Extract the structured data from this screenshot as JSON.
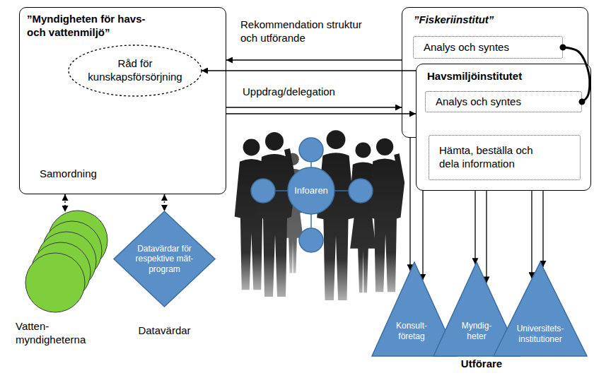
{
  "diagram": {
    "nodes": [
      {
        "text": [
          "”Myndigheten för havs- och vattenmiljö”",
          "Samordning"
        ]
      },
      {
        "text": [
          "Råd för kunskapsförsörjning"
        ],
        "in": 0
      },
      {
        "text": [
          "”Fiskeriinstitut”"
        ]
      },
      {
        "text": [
          "Analys och syntes"
        ],
        "in": 2
      },
      {
        "text": [
          "Havsmiljöinstitutet"
        ]
      },
      {
        "text": [
          "Analys och syntes"
        ],
        "in": 4
      },
      {
        "text": [
          "Hämta, beställa och dela information"
        ],
        "in": 4
      },
      {
        "text": [
          "Infoaren"
        ]
      },
      {
        "text": [
          "Vatten- myndigheterna"
        ]
      },
      {
        "text": [
          "Datavärdar för respektive mät- program",
          "Datavärdar"
        ]
      },
      {
        "text": [
          "Konsult- företag"
        ]
      },
      {
        "text": [
          "Myndig- heter"
        ]
      },
      {
        "text": [
          "Universitets- institutioner"
        ]
      }
    ],
    "edges": [
      {
        "from": 2,
        "to": 0,
        "arrow": "to",
        "label": "Rekommendation struktur och utförande"
      },
      {
        "from": 4,
        "to": 1,
        "arrow": "to"
      },
      {
        "from": 0,
        "to": 2,
        "arrow": "to",
        "label": "Uppdrag/delegation"
      },
      {
        "from": 0,
        "to": 4,
        "arrow": "to"
      },
      {
        "from": 3,
        "to": 5,
        "arrow": "none"
      },
      {
        "from": 0,
        "to": 8,
        "arrow": "both"
      },
      {
        "from": 0,
        "to": 9,
        "arrow": "both"
      },
      {
        "from": 2,
        "to": 10,
        "arrow": "to"
      },
      {
        "from": 4,
        "to": 10,
        "arrow": "to"
      },
      {
        "from": 2,
        "to": 11,
        "arrow": "to"
      },
      {
        "from": 4,
        "to": 11,
        "arrow": "to"
      },
      {
        "from": 2,
        "to": 12,
        "arrow": "to"
      },
      {
        "from": 4,
        "to": 12,
        "arrow": "to"
      }
    ],
    "labels": [
      "Utförare"
    ]
  }
}
